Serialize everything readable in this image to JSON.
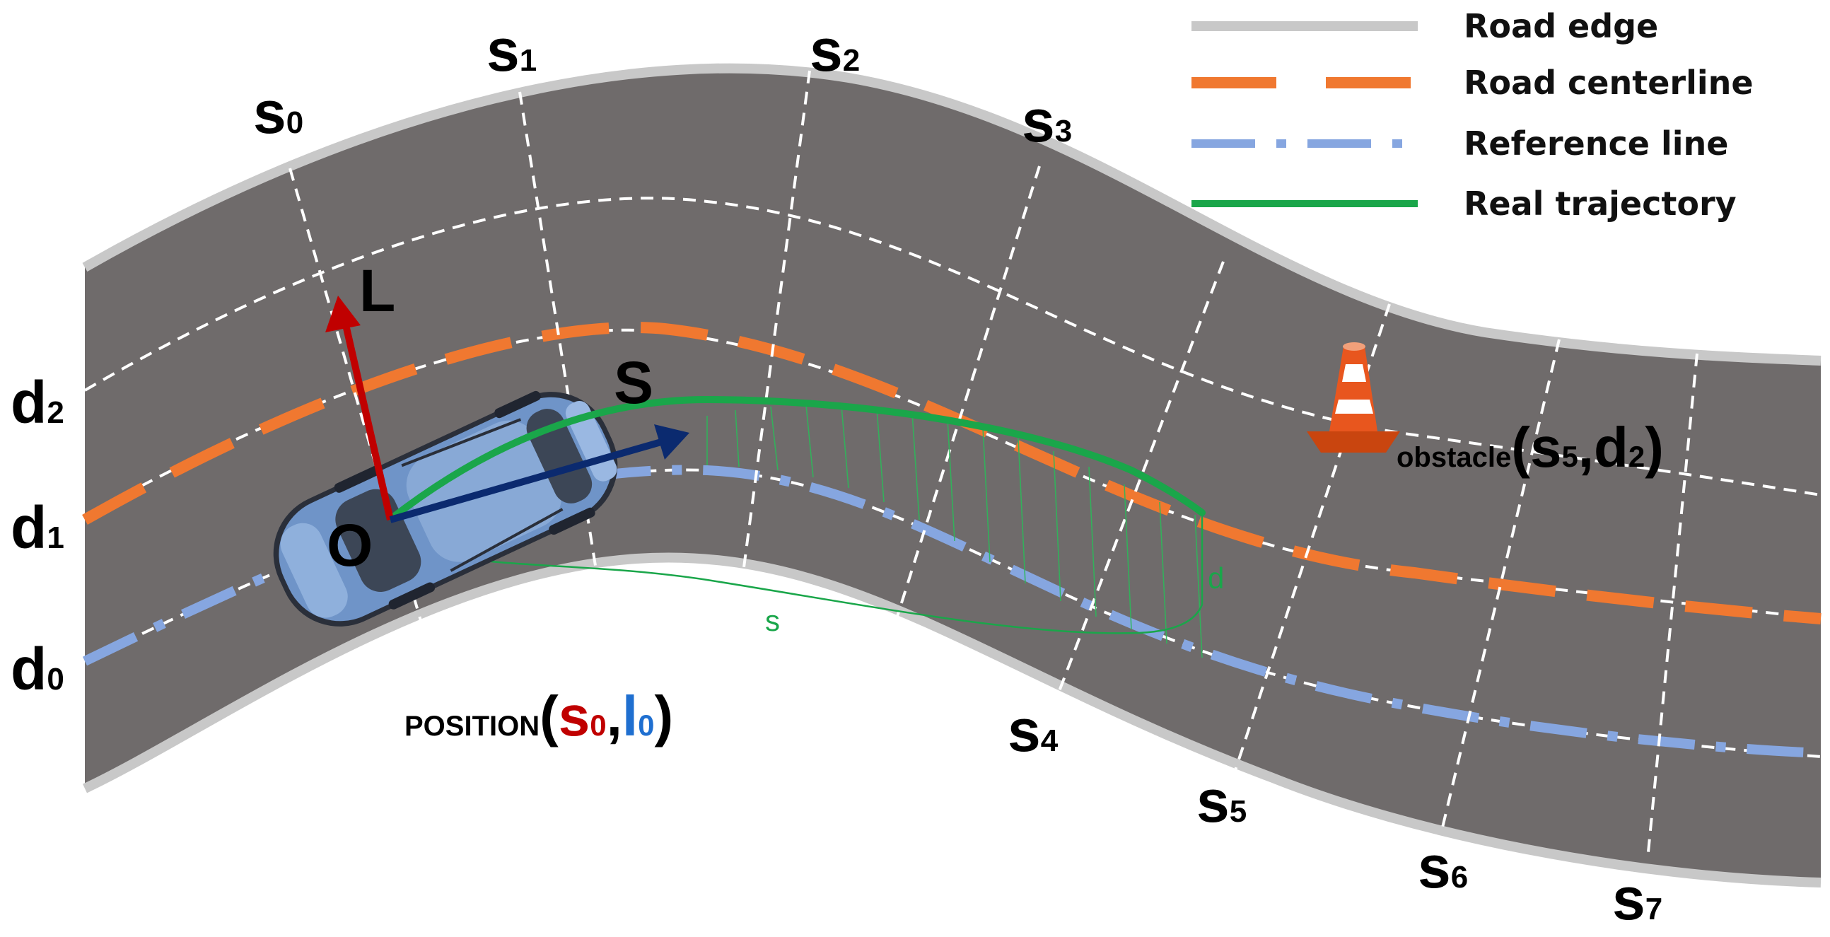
{
  "legend": {
    "road_edge": "Road edge",
    "road_centerline": "Road centerline",
    "reference_line": "Reference line",
    "real_trajectory": "Real trajectory"
  },
  "station_labels": {
    "s0": {
      "main": "s",
      "sub": "0"
    },
    "s1": {
      "main": "s",
      "sub": "1"
    },
    "s2": {
      "main": "s",
      "sub": "2"
    },
    "s3": {
      "main": "s",
      "sub": "3"
    },
    "s4": {
      "main": "s",
      "sub": "4"
    },
    "s5": {
      "main": "s",
      "sub": "5"
    },
    "s6": {
      "main": "s",
      "sub": "6"
    },
    "s7": {
      "main": "s",
      "sub": "7"
    }
  },
  "lateral_labels": {
    "d0": {
      "main": "d",
      "sub": "0"
    },
    "d1": {
      "main": "d",
      "sub": "1"
    },
    "d2": {
      "main": "d",
      "sub": "2"
    }
  },
  "axes": {
    "L": "L",
    "S": "S",
    "O": "O",
    "s_small": "s",
    "d_small": "d"
  },
  "obstacle_label": {
    "word": "obstacle",
    "open": "(",
    "s": "s",
    "s_sub": "5",
    "comma": ",",
    "d": "d",
    "d_sub": "2",
    "close": ")"
  },
  "position_label": {
    "word": "POSITION",
    "open": "(",
    "s": "s",
    "s_sub": "0",
    "comma": ",",
    "l": "l",
    "l_sub": "0",
    "close": ")"
  },
  "colors": {
    "road": "#6f6b6b",
    "road_edge": "#c8c8c8",
    "centerline": "#f07830",
    "reference": "#86a6e0",
    "trajectory": "#1aa64a",
    "axis_L": "#c00000",
    "axis_S": "#0b2a6f",
    "position_s": "#c00000",
    "position_l": "#1f6fd0",
    "car": "#6f94c8",
    "cone": "#e8561e"
  },
  "icons": {
    "car": "car-top-view-icon",
    "cone": "traffic-cone-icon"
  }
}
